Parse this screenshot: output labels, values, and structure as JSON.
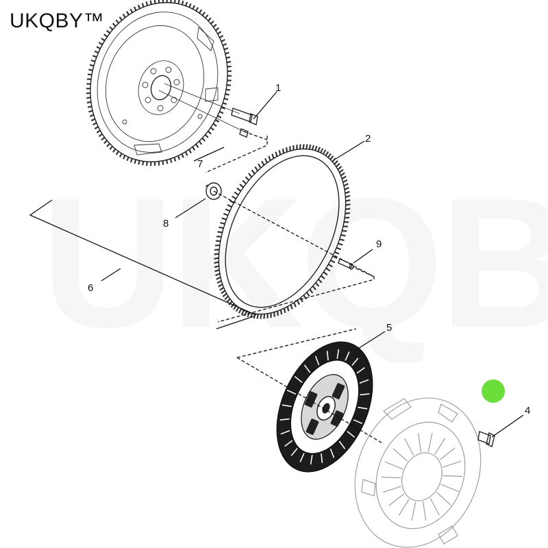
{
  "brand": {
    "text": "UKQBY™"
  },
  "watermark": {
    "text": "UKQBY™"
  },
  "marker": {
    "color": "#6cde3b"
  },
  "callouts": [
    {
      "id": "1",
      "text": "1"
    },
    {
      "id": "2",
      "text": "2"
    },
    {
      "id": "4",
      "text": "4"
    },
    {
      "id": "5",
      "text": "5"
    },
    {
      "id": "6",
      "text": "6"
    },
    {
      "id": "7",
      "text": "7"
    },
    {
      "id": "8",
      "text": "8"
    },
    {
      "id": "9",
      "text": "9"
    }
  ]
}
